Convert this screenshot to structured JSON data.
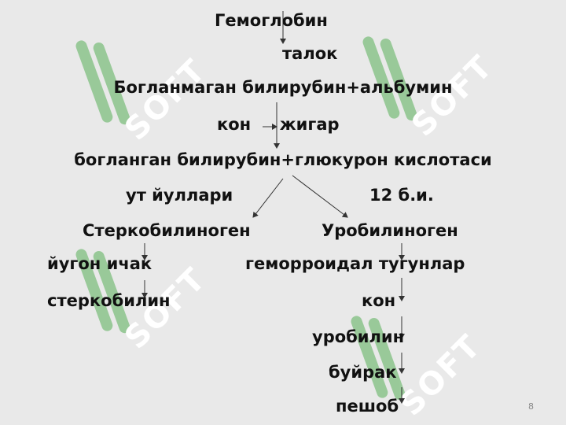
{
  "watermark": {
    "text": "SOFT",
    "color": "#ffffff",
    "logo_color": "#7fbf7f"
  },
  "nodes": {
    "hemoglobin": "Гемоглобин",
    "talok": "талок",
    "unbound": "Богланмаган билирубин+альбумин",
    "blood_liver": "кон     жигар",
    "bound": "богланган билирубин+глюкурон кислотаси",
    "bile_ducts": "ут йуллари",
    "twelve": "12 б.и.",
    "stercobilinogen": "Стеркобилиноген",
    "urobilinogen": "Уробилиноген",
    "colon": "йугон ичак",
    "hemorrhoidal": "геморроидал тугунлар",
    "stercobilin": "стеркобилин",
    "blood": "кон",
    "urobilin": "уробилин",
    "kidney": "буйрак",
    "urine": "пешоб"
  },
  "page_number": "8"
}
